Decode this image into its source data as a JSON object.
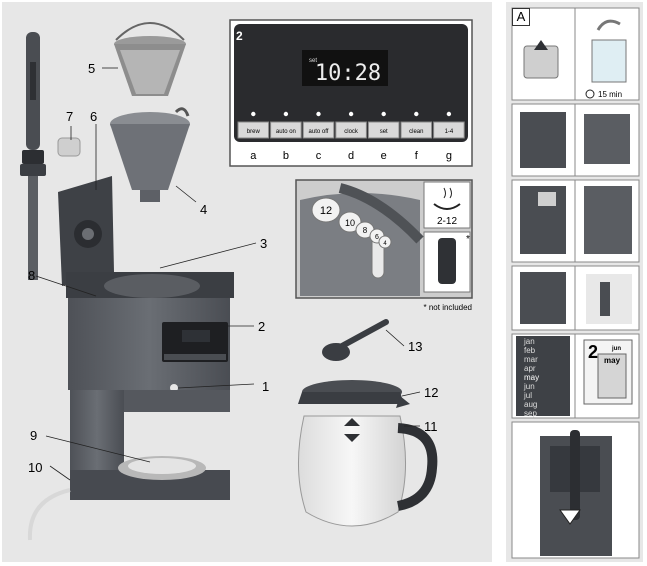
{
  "callouts": {
    "c1": "1",
    "c2": "2",
    "c3": "3",
    "c4": "4",
    "c5": "5",
    "c6": "6",
    "c7": "7",
    "c8": "8",
    "c9": "9",
    "c10": "10",
    "c11": "11",
    "c12": "12",
    "c13": "13"
  },
  "display_inset": {
    "number": "2",
    "set_tag": "set",
    "time": "10:28",
    "buttons": [
      "brew",
      "auto on",
      "auto off",
      "clock",
      "set",
      "clean",
      "1-4"
    ],
    "letters": [
      "a",
      "b",
      "c",
      "d",
      "e",
      "f",
      "g"
    ]
  },
  "water_inset": {
    "marks": [
      "12",
      "10",
      "8",
      "6",
      "4"
    ],
    "cups_range": "2-12",
    "not_included": "* not included",
    "asterisk": "*"
  },
  "right_panel": {
    "label": "A",
    "soak_time": "15 min",
    "months": [
      "jan",
      "feb",
      "mar",
      "apr",
      "may",
      "jun",
      "jul",
      "aug",
      "sep"
    ],
    "calendar_day": "2",
    "calendar_month": "may",
    "calendar_next": "jun"
  },
  "colors": {
    "panel_bg": "#e7e7e7",
    "machine_body": "#5d6066",
    "machine_dark": "#3a3d42",
    "display_bg": "#1c1c1e"
  }
}
